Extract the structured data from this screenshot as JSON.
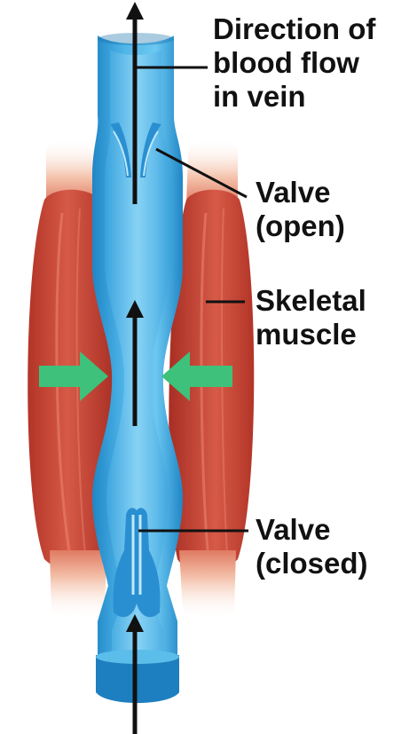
{
  "labels": {
    "flow": [
      "Direction of",
      "blood flow",
      "in vein"
    ],
    "valve_open": [
      "Valve",
      "(open)"
    ],
    "muscle": [
      "Skeletal",
      "muscle"
    ],
    "valve_closed": [
      "Valve",
      "(closed)"
    ]
  },
  "colors": {
    "vein_outer": "#2b97d6",
    "vein_inner": "#5cc0ee",
    "vein_light": "#9cdcf7",
    "muscle": "#c9463a",
    "muscle_light": "#f2b49a",
    "pressure_arrow": "#3ec17a",
    "flow_arrow": "#111111"
  }
}
